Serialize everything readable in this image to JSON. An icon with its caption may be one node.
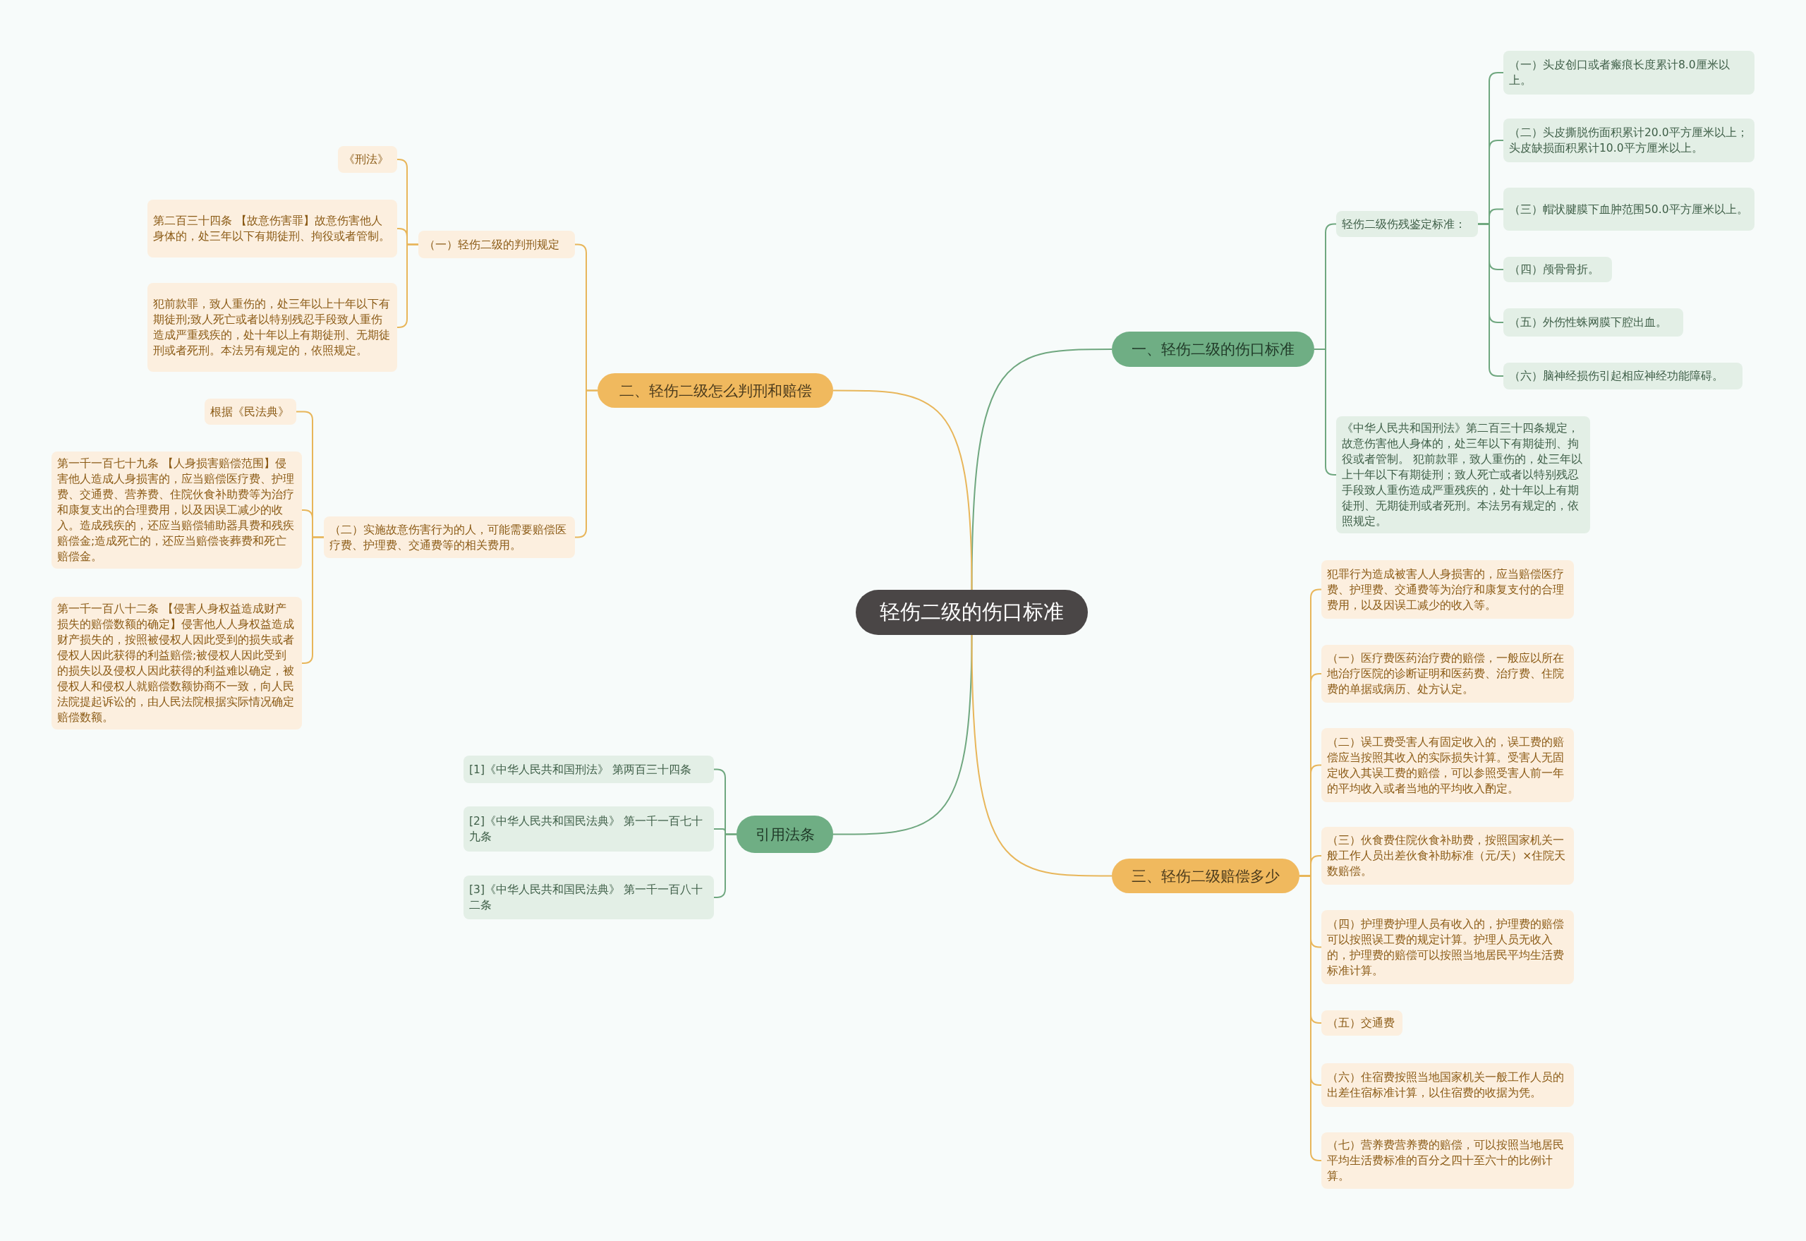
{
  "diagram": {
    "nodes": [
      {
        "text": [
          "轻伤二级的伤口标准"
        ]
      },
      {
        "text": [
          "一、轻伤二级的伤口标准"
        ]
      },
      {
        "text": [
          "轻伤二级伤残鉴定标准："
        ]
      },
      {
        "text": [
          "（一）头皮创口或者瘢痕长度累计8.0厘米以上。"
        ]
      },
      {
        "text": [
          "（二）头皮撕脱伤面积累计20.0平方厘米以上；头皮缺损面积累计10.0平方厘米以上。"
        ]
      },
      {
        "text": [
          "（三）帽状腱膜下血肿范围50.0平方厘米以上。"
        ]
      },
      {
        "text": [
          "（四）颅骨骨折。"
        ]
      },
      {
        "text": [
          "（五）外伤性蛛网膜下腔出血。"
        ]
      },
      {
        "text": [
          "（六）脑神经损伤引起相应神经功能障碍。"
        ]
      },
      {
        "text": [
          "《中华人民共和国刑法》第二百三十四条规定，故意伤害他人身体的，处三年以下有期徒刑、拘役或者管制。 犯前款罪，致人重伤的，处三年以上十年以下有期徒刑；致人死亡或者以特别残忍手段致人重伤造成严重残疾的，处十年以上有期徒刑、无期徒刑或者死刑。本法另有规定的，依照规定。"
        ]
      },
      {
        "text": [
          "二、轻伤二级怎么判刑和赔偿"
        ]
      },
      {
        "text": [
          "（一）轻伤二级的判刑规定"
        ]
      },
      {
        "text": [
          "《刑法》"
        ]
      },
      {
        "text": [
          "第二百三十四条 【故意伤害罪】故意伤害他人身体的，处三年以下有期徒刑、拘役或者管制。"
        ]
      },
      {
        "text": [
          "犯前款罪，致人重伤的，处三年以上十年以下有期徒刑;致人死亡或者以特别残忍手段致人重伤造成严重残疾的，处十年以上有期徒刑、无期徒刑或者死刑。本法另有规定的，依照规定。"
        ]
      },
      {
        "text": [
          "（二）实施故意伤害行为的人，可能需要赔偿医疗费、护理费、交通费等的相关费用。"
        ]
      },
      {
        "text": [
          "根据《民法典》"
        ]
      },
      {
        "text": [
          "第一千一百七十九条 【人身损害赔偿范围】侵害他人造成人身损害的，应当赔偿医疗费、护理费、交通费、营养费、住院伙食补助费等为治疗和康复支出的合理费用，以及因误工减少的收入。造成残疾的，还应当赔偿辅助器具费和残疾赔偿金;造成死亡的，还应当赔偿丧葬费和死亡赔偿金。"
        ]
      },
      {
        "text": [
          "第一千一百八十二条 【侵害人身权益造成财产损失的赔偿数额的确定】侵害他人人身权益造成财产损失的，按照被侵权人因此受到的损失或者侵权人因此获得的利益赔偿;被侵权人因此受到的损失以及侵权人因此获得的利益难以确定，被侵权人和侵权人就赔偿数额协商不一致，向人民法院提起诉讼的，由人民法院根据实际情况确定赔偿数额。"
        ]
      },
      {
        "text": [
          "引用法条"
        ]
      },
      {
        "text": [
          "[1]《中华人民共和国刑法》 第两百三十四条"
        ]
      },
      {
        "text": [
          "[2]《中华人民共和国民法典》 第一千一百七十九条"
        ]
      },
      {
        "text": [
          "[3]《中华人民共和国民法典》 第一千一百八十二条"
        ]
      },
      {
        "text": [
          "三、轻伤二级赔偿多少"
        ]
      },
      {
        "text": [
          "犯罪行为造成被害人人身损害的，应当赔偿医疗费、护理费、交通费等为治疗和康复支付的合理费用，以及因误工减少的收入等。"
        ]
      },
      {
        "text": [
          "（一）医疗费医药治疗费的赔偿，一般应以所在地治疗医院的诊断证明和医药费、治疗费、住院费的单据或病历、处方认定。"
        ]
      },
      {
        "text": [
          "（二）误工费受害人有固定收入的，误工费的赔偿应当按照其收入的实际损失计算。受害人无固定收入其误工费的赔偿，可以参照受害人前一年的平均收入或者当地的平均收入酌定。"
        ]
      },
      {
        "text": [
          "（三）伙食费住院伙食补助费，按照国家机关一般工作人员出差伙食补助标准（元/天）×住院天数赔偿。"
        ]
      },
      {
        "text": [
          "（四）护理费护理人员有收入的，护理费的赔偿可以按照误工费的规定计算。护理人员无收入的，护理费的赔偿可以按照当地居民平均生活费标准计算。"
        ]
      },
      {
        "text": [
          "（五）交通费"
        ]
      },
      {
        "text": [
          "（六）住宿费按照当地国家机关一般工作人员的出差住宿标准计算，以住宿费的收据为凭。"
        ]
      },
      {
        "text": [
          "（七）营养费营养费的赔偿，可以按照当地居民平均生活费标准的百分之四十至六十的比例计算。"
        ]
      }
    ],
    "edges": [
      {
        "from": 0,
        "to": 1,
        "arrow": "none",
        "color": "#6fa77f"
      },
      {
        "from": 1,
        "to": 2,
        "arrow": "none",
        "color": "#6fa77f"
      },
      {
        "from": 2,
        "to": 3,
        "arrow": "none",
        "color": "#6fa77f"
      },
      {
        "from": 2,
        "to": 4,
        "arrow": "none",
        "color": "#6fa77f"
      },
      {
        "from": 2,
        "to": 5,
        "arrow": "none",
        "color": "#6fa77f"
      },
      {
        "from": 2,
        "to": 6,
        "arrow": "none",
        "color": "#6fa77f"
      },
      {
        "from": 2,
        "to": 7,
        "arrow": "none",
        "color": "#6fa77f"
      },
      {
        "from": 2,
        "to": 8,
        "arrow": "none",
        "color": "#6fa77f"
      },
      {
        "from": 1,
        "to": 9,
        "arrow": "none",
        "color": "#6fa77f"
      },
      {
        "from": 0,
        "to": 10,
        "arrow": "none"
      },
      {
        "from": 10,
        "to": 11,
        "arrow": "none"
      },
      {
        "from": 11,
        "to": 12,
        "arrow": "none"
      },
      {
        "from": 11,
        "to": 13,
        "arrow": "none"
      },
      {
        "from": 11,
        "to": 14,
        "arrow": "none"
      },
      {
        "from": 10,
        "to": 15,
        "arrow": "none"
      },
      {
        "from": 15,
        "to": 16,
        "arrow": "none"
      },
      {
        "from": 15,
        "to": 17,
        "arrow": "none"
      },
      {
        "from": 15,
        "to": 18,
        "arrow": "none"
      },
      {
        "from": 0,
        "to": 19,
        "arrow": "none",
        "color": "#6fa77f"
      },
      {
        "from": 19,
        "to": 20,
        "arrow": "none",
        "color": "#6fa77f"
      },
      {
        "from": 19,
        "to": 21,
        "arrow": "none",
        "color": "#6fa77f"
      },
      {
        "from": 19,
        "to": 22,
        "arrow": "none",
        "color": "#6fa77f"
      },
      {
        "from": 0,
        "to": 23,
        "arrow": "none"
      },
      {
        "from": 23,
        "to": 24,
        "arrow": "none"
      },
      {
        "from": 23,
        "to": 25,
        "arrow": "none"
      },
      {
        "from": 23,
        "to": 26,
        "arrow": "none"
      },
      {
        "from": 23,
        "to": 27,
        "arrow": "none"
      },
      {
        "from": 23,
        "to": 28,
        "arrow": "none"
      },
      {
        "from": 23,
        "to": 29,
        "arrow": "none"
      },
      {
        "from": 23,
        "to": 30,
        "arrow": "none"
      },
      {
        "from": 23,
        "to": 31,
        "arrow": "none"
      }
    ]
  }
}
